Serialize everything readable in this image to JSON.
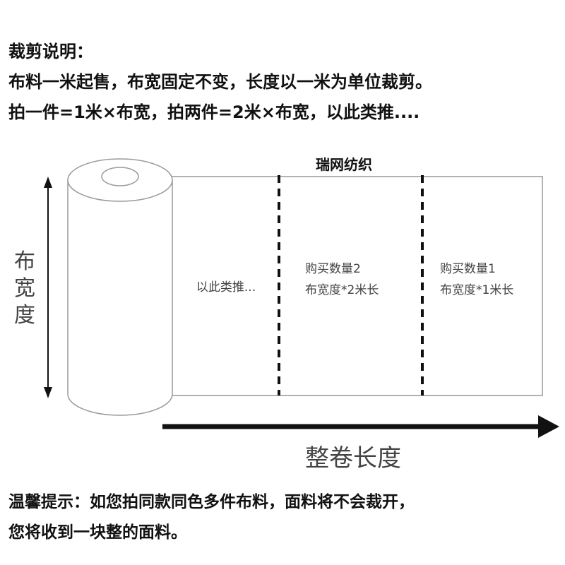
{
  "header": {
    "title": "裁剪说明：",
    "line1": "布料一米起售，布宽固定不变，长度以一米为单位裁剪。",
    "line2": "拍一件=1米×布宽，拍两件=2米×布宽，以此类推...."
  },
  "diagram": {
    "brand": "瑞网纺织",
    "width_label": [
      "布",
      "宽",
      "度"
    ],
    "section_etc": "以此类推...",
    "section_2": [
      "购买数量2",
      "布宽度*2米长"
    ],
    "section_1": [
      "购买数量1",
      "布宽度*1米长"
    ],
    "roll_length_label": "整卷长度"
  },
  "footer": {
    "line1": "温馨提示：如您拍同款同色多件布料，面料将不会裁开，",
    "line2": "您将收到一块整的面料。"
  }
}
